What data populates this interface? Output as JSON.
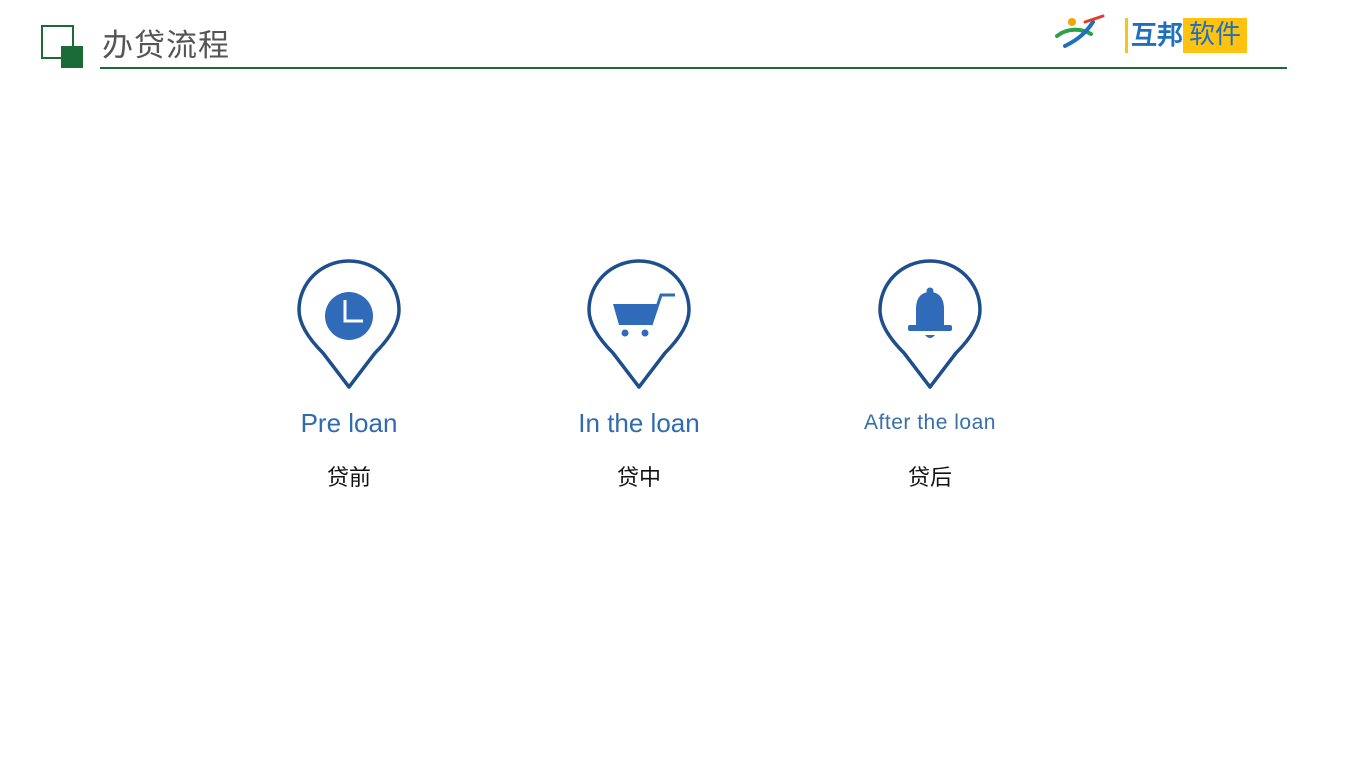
{
  "header": {
    "title": "办贷流程",
    "brand_name_part1": "互邦",
    "brand_name_part2": "软件",
    "colors": {
      "accent": "#1a6b35",
      "brand_blue": "#1f6fbf",
      "brand_yellow": "#ffc20e"
    }
  },
  "steps": [
    {
      "en": "Pre loan",
      "cn": "贷前",
      "icon": "clock-icon"
    },
    {
      "en": "In the loan",
      "cn": "贷中",
      "icon": "shopping-cart-icon"
    },
    {
      "en": "After the loan",
      "cn": "贷后",
      "icon": "bell-icon"
    }
  ],
  "colors": {
    "pin_stroke": "#1f4e8c",
    "icon_fill": "#2f6bb8",
    "label_blue": "#2f6bb0"
  }
}
